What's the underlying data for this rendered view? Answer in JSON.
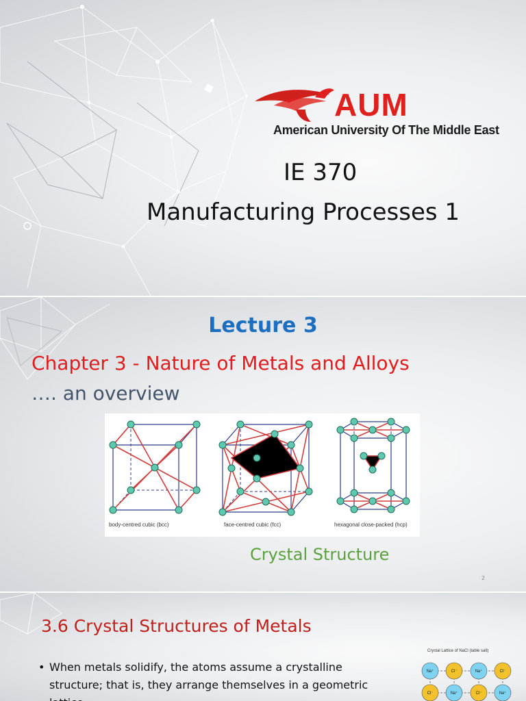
{
  "slide1": {
    "logo_text": "AUM",
    "university_name": "American University Of The Middle East",
    "course_code": "IE 370",
    "course_name": "Manufacturing Processes 1"
  },
  "slide2": {
    "lecture_title": "Lecture 3",
    "chapter_title": "Chapter 3 - Nature of Metals and Alloys",
    "subtitle": "…. an overview",
    "cells": [
      {
        "caption": "body-centred cubic (bcc)"
      },
      {
        "caption": "face-centred cubic (fcc)"
      },
      {
        "caption": "hexagonal close-packed (hcp)"
      }
    ],
    "figure_caption": "Crystal Structure",
    "page_number": "2"
  },
  "slide3": {
    "section_title": "3.6 Crystal Structures of Metals",
    "bullet_marker": "•",
    "bullet_text": "When metals solidify, the atoms assume a crystalline structure; that is, they arrange themselves in a geometric lattice.",
    "nacl_title": "Crystal Lattice of NaCl (table salt)",
    "nacl_ions": [
      "Na⁺",
      "Cl⁻",
      "Na⁺",
      "Cl⁻",
      "Cl⁻",
      "Na⁺",
      "Cl⁻",
      "Na⁺"
    ]
  },
  "colors": {
    "logo_red": "#e0201c",
    "lecture_blue": "#1c6fc0",
    "chapter_red": "#e01d1d",
    "caption_green": "#5aa13c",
    "lattice_line": "#d13b3b",
    "lattice_edge": "#2c3a8c",
    "atom": "#5fc9b0",
    "na_ion": "#7fd3f0",
    "cl_ion": "#f3c12c"
  }
}
